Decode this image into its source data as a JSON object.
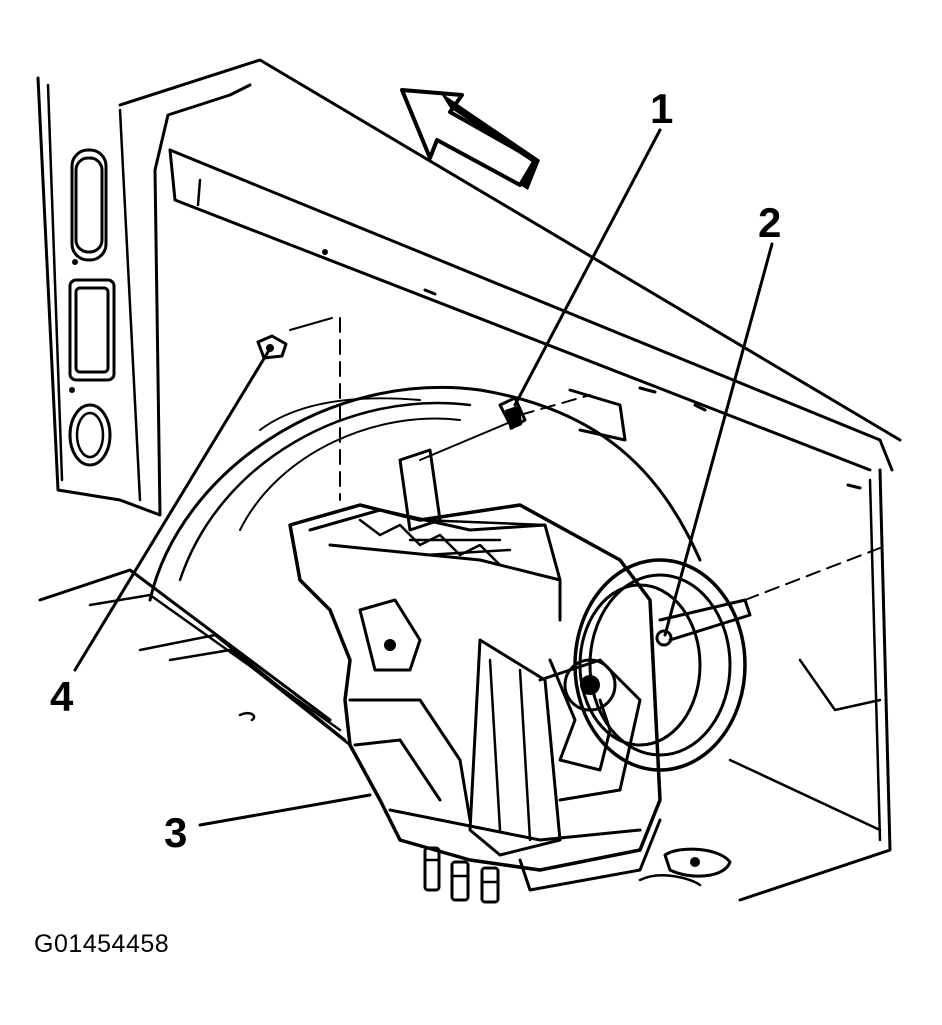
{
  "callouts": {
    "c1": "1",
    "c2": "2",
    "c3": "3",
    "c4": "4"
  },
  "caption": "G01454458"
}
